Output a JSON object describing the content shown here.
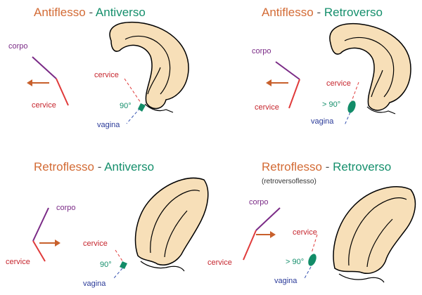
{
  "colors": {
    "title_first": "#d36b35",
    "title_second": "#158f6c",
    "body_line": "#7a2a86",
    "cervix_line": "#e03a3a",
    "arrow": "#c8602c",
    "vagina_line": "#3350b0",
    "angle_marker": "#128c68",
    "uterus_fill": "#f7dfb8",
    "outline": "#000000"
  },
  "panels": [
    {
      "title_a": "Antiflesso",
      "separator": "-",
      "title_b": "Antiverso",
      "subtitle": "",
      "corpo": "corpo",
      "cervice_left": "cervice",
      "cervice_uterus": "cervice",
      "angle": "90°",
      "vagina": "vagina"
    },
    {
      "title_a": "Antiflesso",
      "separator": "-",
      "title_b": "Retroverso",
      "subtitle": "",
      "corpo": "corpo",
      "cervice_left": "cervice",
      "cervice_uterus": "cervice",
      "angle": "> 90°",
      "vagina": "vagina"
    },
    {
      "title_a": "Retroflesso",
      "separator": "-",
      "title_b": "Antiverso",
      "subtitle": "",
      "corpo": "corpo",
      "cervice_left": "cervice",
      "cervice_uterus": "cervice",
      "angle": "90°",
      "vagina": "vagina"
    },
    {
      "title_a": "Retroflesso",
      "separator": "-",
      "title_b": "Retroverso",
      "subtitle": "(retroversoflesso)",
      "corpo": "corpo",
      "cervice_left": "cervice",
      "cervice_uterus": "cervice",
      "angle": "> 90°",
      "vagina": "vagina"
    }
  ]
}
